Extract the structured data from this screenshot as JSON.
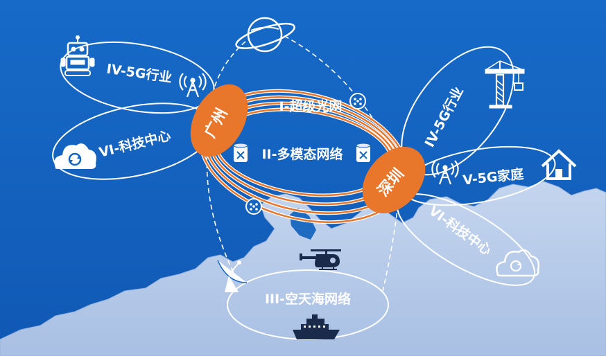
{
  "cities": {
    "guangzhou": "广州",
    "shenzhen": "深圳"
  },
  "networks": {
    "super_optical": "I-超级光网",
    "multimode": "II-多模态网络",
    "space_air_sea": "III-空天海网络"
  },
  "guangzhou_nodes": {
    "industry_5g": "IV-5G行业",
    "tech_center": "VI-科技中心"
  },
  "shenzhen_nodes": {
    "industry_5g": "IV-5G行业",
    "home_5g": "V-5G家庭",
    "tech_center": "VI-科技中心"
  },
  "icons": {
    "planet": "planet-icon",
    "robot": "robot-icon",
    "tower": "signal-tower-icon",
    "cloud": "cloud-sync-icon",
    "crane": "crane-icon",
    "house": "house-icon",
    "helicopter": "helicopter-icon",
    "ship": "ship-icon",
    "satellite_dish": "satellite-dish-icon",
    "fiber": "fiber-node-icon",
    "router": "router-icon"
  },
  "colors": {
    "background_blue": "#1565c0",
    "land": "#b7cbe9",
    "accent_orange": "#e8762b",
    "line_white": "#ffffff"
  }
}
